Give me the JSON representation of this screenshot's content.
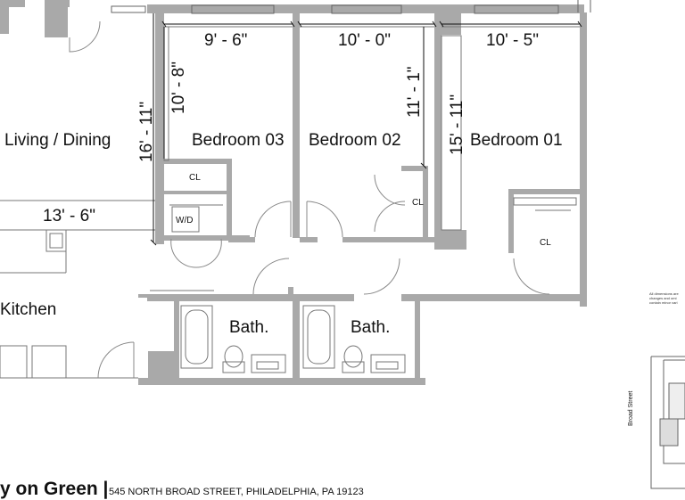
{
  "rooms": {
    "living": "Living / Dining",
    "bed3": "Bedroom 03",
    "bed2": "Bedroom 02",
    "bed1": "Bedroom 01",
    "kitchen": "Kitchen",
    "bath_left": "Bath.",
    "bath_right": "Bath."
  },
  "dimensions": {
    "bed3_width": "9' - 6\"",
    "bed2_width": "10' - 0\"",
    "bed1_width": "10' - 5\"",
    "bed3_depth": "10' - 8\"",
    "living_depth": "16' - 11\"",
    "bed2_depth": "11' - 1\"",
    "bed1_depth": "15' - 11\"",
    "living_width": "13' - 6\""
  },
  "closets": {
    "cl_bed3": "CL",
    "wd": "W/D",
    "cl_bed2": "CL",
    "cl_bed1": "CL"
  },
  "footer": {
    "building": "y on Green |",
    "address": "545 NORTH BROAD STREET, PHILADELPHIA, PA 19123"
  },
  "keyplan": {
    "street": "Broad Street",
    "disclaimer_1": "All dimensions are",
    "disclaimer_2": "changes and omi",
    "disclaimer_3": "contain minor vari"
  }
}
